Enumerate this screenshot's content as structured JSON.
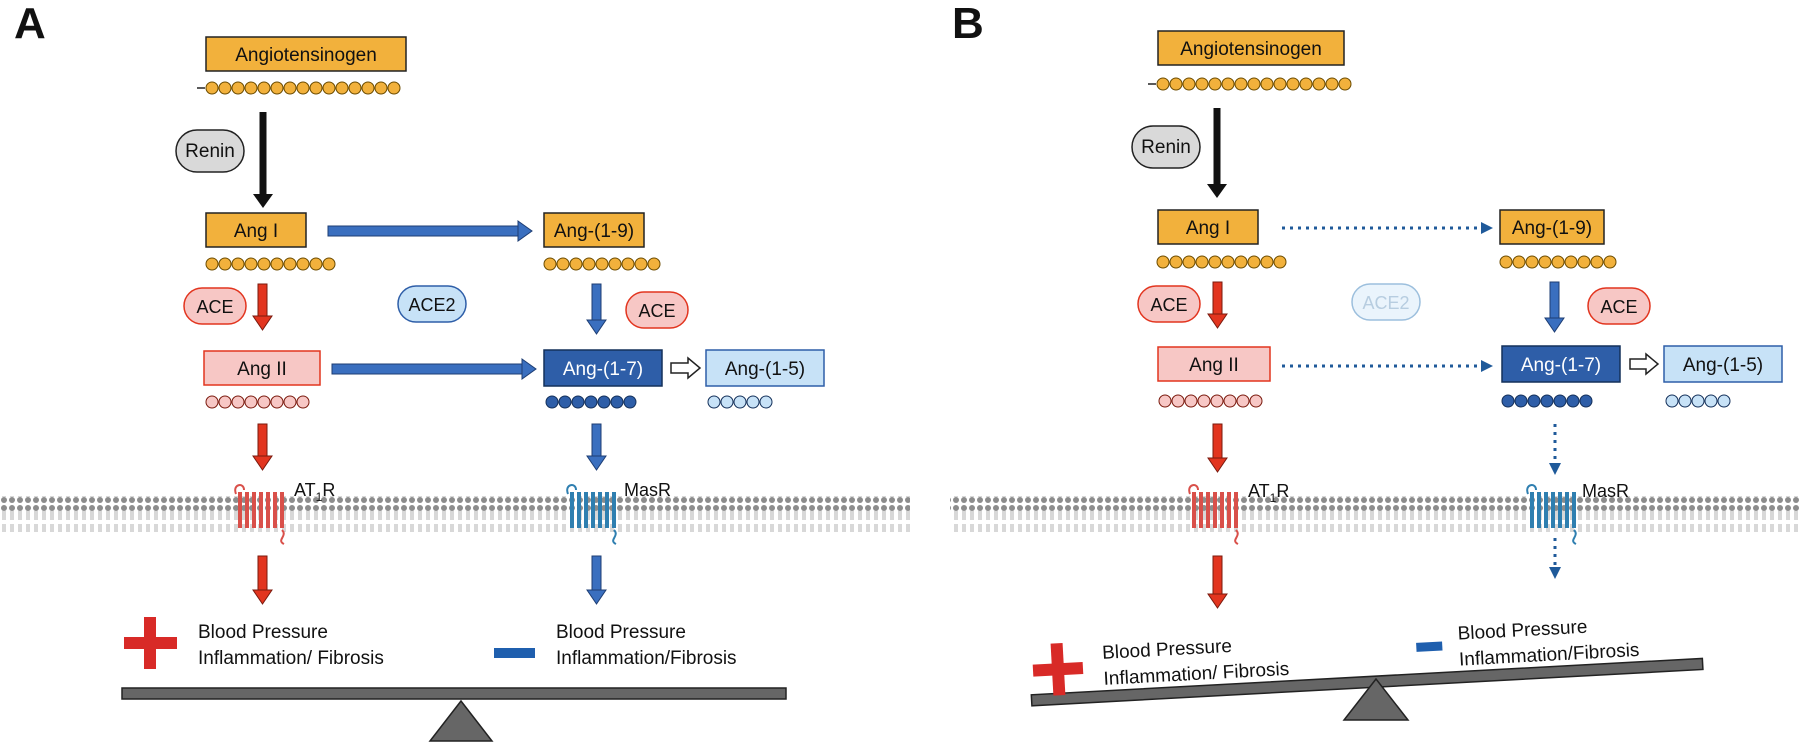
{
  "panels": {
    "a": {
      "letter": "A",
      "angiotensinogen": "Angiotensinogen",
      "renin": "Renin",
      "ang1": "Ang I",
      "ang19": "Ang-(1-9)",
      "ace_left": "ACE",
      "ace2": "ACE2",
      "ace_right": "ACE",
      "ang2": "Ang II",
      "ang17": "Ang-(1-7)",
      "ang15": "Ang-(1-5)",
      "at1r_main": "AT",
      "at1r_sub": "1",
      "at1r_end": "R",
      "masr": "MasR",
      "left_sign": "+",
      "left_line1": "Blood Pressure",
      "left_line2": "Inflammation/ Fibrosis",
      "right_sign": "−",
      "right_line1": "Blood Pressure",
      "right_line2": "Inflammation/Fibrosis"
    },
    "b": {
      "letter": "B",
      "angiotensinogen": "Angiotensinogen",
      "renin": "Renin",
      "ang1": "Ang I",
      "ang19": "Ang-(1-9)",
      "ace_left": "ACE",
      "ace2": "ACE2",
      "ace_right": "ACE",
      "ang2": "Ang II",
      "ang17": "Ang-(1-7)",
      "ang15": "Ang-(1-5)",
      "at1r_main": "AT",
      "at1r_sub": "1",
      "at1r_end": "R",
      "masr": "MasR",
      "left_sign": "+",
      "left_line1": "Blood Pressure",
      "left_line2": "Inflammation/ Fibrosis",
      "right_sign": "−",
      "right_line1": "Blood Pressure",
      "right_line2": "Inflammation/Fibrosis"
    }
  },
  "colors": {
    "orange": "#f2b13c",
    "pink": "#f7c7c5",
    "red": "#e2351f",
    "blue_dark": "#2e5ea8",
    "blue_mid": "#3a6fbf",
    "blue_light": "#c7e2f7",
    "gray_light": "#d9d9d9",
    "gray_dark": "#666666"
  }
}
